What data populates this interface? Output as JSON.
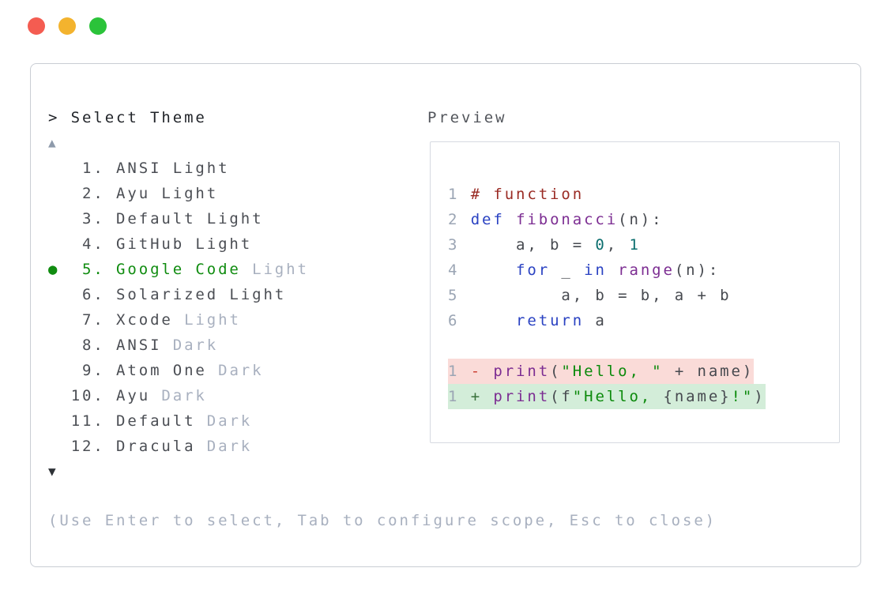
{
  "window": {
    "controls": [
      "close-icon",
      "minimize-icon",
      "zoom-icon"
    ]
  },
  "picker": {
    "prompt": "> Select Theme",
    "scroll_up_icon": "▲",
    "scroll_down_icon": "▼",
    "selected_bullet_icon": "●",
    "items": [
      {
        "num": " 1.",
        "name": "ANSI Light",
        "suffix": "",
        "selected": false
      },
      {
        "num": " 2.",
        "name": "Ayu Light",
        "suffix": "",
        "selected": false
      },
      {
        "num": " 3.",
        "name": "Default Light",
        "suffix": "",
        "selected": false
      },
      {
        "num": " 4.",
        "name": "GitHub Light",
        "suffix": "",
        "selected": false
      },
      {
        "num": " 5.",
        "name": "Google Code",
        "suffix": "Light",
        "selected": true
      },
      {
        "num": " 6.",
        "name": "Solarized Light",
        "suffix": "",
        "selected": false
      },
      {
        "num": " 7.",
        "name": "Xcode",
        "suffix": "Light",
        "selected": false
      },
      {
        "num": " 8.",
        "name": "ANSI",
        "suffix": "Dark",
        "selected": false
      },
      {
        "num": " 9.",
        "name": "Atom One",
        "suffix": "Dark",
        "selected": false
      },
      {
        "num": "10.",
        "name": "Ayu",
        "suffix": "Dark",
        "selected": false
      },
      {
        "num": "11.",
        "name": "Default",
        "suffix": "Dark",
        "selected": false
      },
      {
        "num": "12.",
        "name": "Dracula",
        "suffix": "Dark",
        "selected": false
      }
    ],
    "help": "(Use Enter to select, Tab to configure scope, Esc to close)"
  },
  "preview": {
    "title": "Preview",
    "code_lines": [
      {
        "num": "1",
        "bg": "",
        "tokens": [
          [
            "# function",
            "comment"
          ]
        ]
      },
      {
        "num": "2",
        "bg": "",
        "tokens": [
          [
            "def",
            "kw"
          ],
          [
            " ",
            "pl"
          ],
          [
            "fibonacci",
            "fn"
          ],
          [
            "(n):",
            "pl"
          ]
        ]
      },
      {
        "num": "3",
        "bg": "",
        "tokens": [
          [
            "    a, b = ",
            "pl"
          ],
          [
            "0",
            "num"
          ],
          [
            ", ",
            "pl"
          ],
          [
            "1",
            "num"
          ]
        ]
      },
      {
        "num": "4",
        "bg": "",
        "tokens": [
          [
            "    ",
            "pl"
          ],
          [
            "for",
            "kw"
          ],
          [
            " _ ",
            "pl"
          ],
          [
            "in",
            "kw"
          ],
          [
            " ",
            "pl"
          ],
          [
            "range",
            "fn"
          ],
          [
            "(n):",
            "pl"
          ]
        ]
      },
      {
        "num": "5",
        "bg": "",
        "tokens": [
          [
            "        a, b = b, a + b",
            "pl"
          ]
        ]
      },
      {
        "num": "6",
        "bg": "",
        "tokens": [
          [
            "    ",
            "pl"
          ],
          [
            "return",
            "kw"
          ],
          [
            " a",
            "pl"
          ]
        ]
      },
      {
        "num": "",
        "bg": "",
        "tokens": []
      },
      {
        "num": "1",
        "bg": "removed",
        "tokens": [
          [
            "- ",
            "minus"
          ],
          [
            "print",
            "fn"
          ],
          [
            "(",
            "pl"
          ],
          [
            "\"Hello, \"",
            "str"
          ],
          [
            " + name)",
            "pl"
          ]
        ]
      },
      {
        "num": "1",
        "bg": "added",
        "tokens": [
          [
            "+ ",
            "plus"
          ],
          [
            "print",
            "fn"
          ],
          [
            "(f",
            "pl"
          ],
          [
            "\"Hello, ",
            "str"
          ],
          [
            "{name}",
            "pl"
          ],
          [
            "!\"",
            "str"
          ],
          [
            ")",
            "pl"
          ]
        ]
      }
    ]
  },
  "colors": {
    "accent-green": "#108c10",
    "muted": "#a8b0bf",
    "text-dark": "#4b4e54",
    "prompt": "#212429",
    "title": "#53565c",
    "border": "#c9cdd4",
    "preview-border": "#d6dae1",
    "linenum": "#9ba5b4",
    "scroll-up": "#8e9aab",
    "scroll-down": "#2e3237",
    "code-comment": "#9a2b24",
    "code-keyword": "#2a42c2",
    "code-func": "#7c2d92",
    "code-number": "#0b6e6e",
    "code-string": "#0c8a0c",
    "code-plain": "#46494f",
    "diff-minus": "#cd4135",
    "diff-plus": "#39713b",
    "diff-removed-bg": "#fadbd8",
    "diff-added-bg": "#d3edd9",
    "traffic-red": "#f45c51",
    "traffic-yellow": "#f3b32e",
    "traffic-green": "#2bc33a"
  }
}
